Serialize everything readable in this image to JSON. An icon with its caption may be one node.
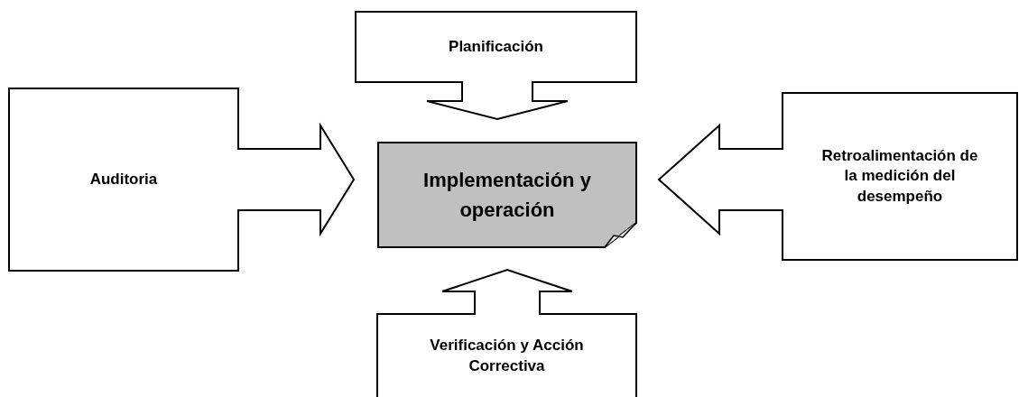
{
  "diagram": {
    "nodes": [
      {
        "text": [
          "Planificación"
        ]
      },
      {
        "text": [
          "Auditoria"
        ]
      },
      {
        "text": [
          "Implementación y operación"
        ]
      },
      {
        "text": [
          "Retroalimentación de la medición del desempeño"
        ]
      },
      {
        "text": [
          "Verificación y Acción Correctiva"
        ]
      }
    ],
    "edges": [
      {
        "from": 0,
        "to": 2,
        "arrow": "to"
      },
      {
        "from": 1,
        "to": 2,
        "arrow": "to"
      },
      {
        "from": 3,
        "to": 2,
        "arrow": "to"
      },
      {
        "from": 4,
        "to": 2,
        "arrow": "to"
      }
    ]
  }
}
